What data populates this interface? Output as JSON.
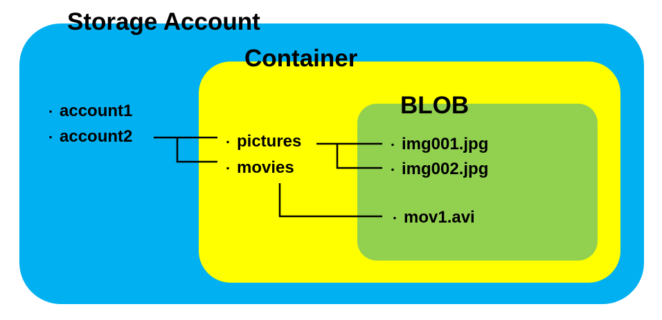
{
  "colors": {
    "storage_fill": "#00B0F0",
    "container_fill": "#FFFF00",
    "blob_fill": "#92D050",
    "text": "#000000"
  },
  "bullet": "・",
  "storage": {
    "title": "Storage Account",
    "accounts": [
      "account1",
      "account2"
    ]
  },
  "container": {
    "title": "Container",
    "items": [
      "pictures",
      "movies"
    ]
  },
  "blob": {
    "title": "BLOB",
    "items": [
      "img001.jpg",
      "img002.jpg",
      "mov1.avi"
    ]
  }
}
